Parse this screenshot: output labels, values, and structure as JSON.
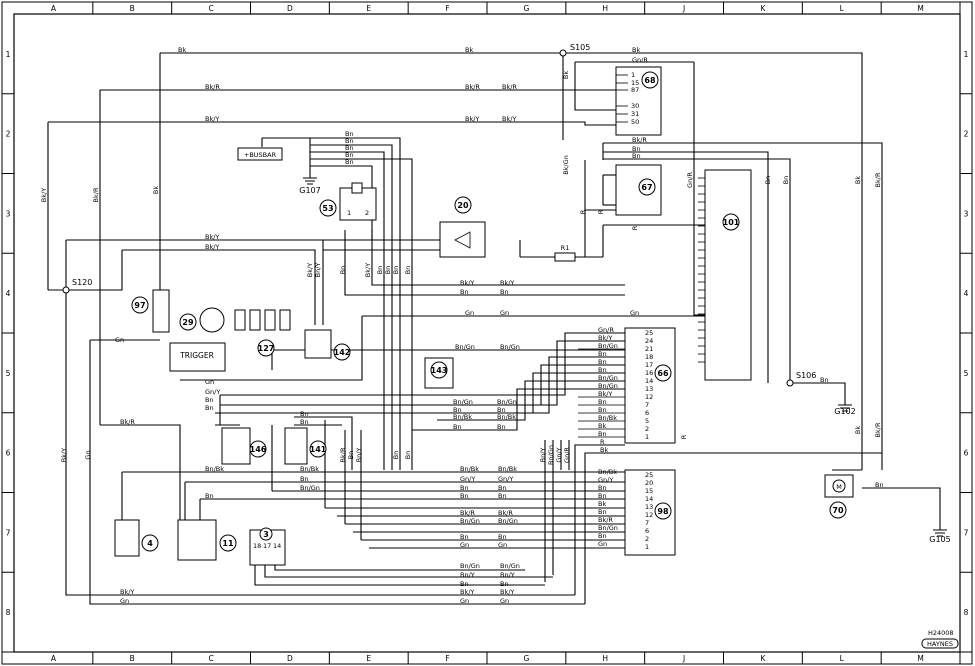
{
  "grid": {
    "columns": [
      "A",
      "B",
      "C",
      "D",
      "E",
      "F",
      "G",
      "H",
      "J",
      "K",
      "L",
      "M"
    ],
    "rows": [
      "1",
      "2",
      "3",
      "4",
      "5",
      "6",
      "7",
      "8"
    ]
  },
  "splices": {
    "s105": "S105",
    "s106": "S106",
    "s120": "S120"
  },
  "grounds": {
    "g107": "G107",
    "g102": "G102",
    "g105": "G105"
  },
  "busbar": "BUSBAR",
  "trigger": "TRIGGER",
  "resistor": "R1",
  "components": {
    "c68": "68",
    "c67": "67",
    "c101": "101",
    "c20": "20",
    "c53": "53",
    "c97": "97",
    "c29": "29",
    "c127": "127",
    "c142": "142",
    "c143": "143",
    "c66": "66",
    "c146": "146",
    "c141": "141",
    "c4": "4",
    "c11": "11",
    "c3": "3",
    "c98": "98",
    "c70": "70"
  },
  "wire_colors": {
    "bk": "Bk",
    "bkr": "Bk/R",
    "bky": "Bk/Y",
    "bn": "Bn",
    "gn": "Gn",
    "gnr": "Gn/R",
    "gny": "Gn/Y",
    "bngn": "Bn/Gn",
    "bnbk": "Bn/Bk",
    "bny": "Bn/Y",
    "r": "R",
    "bkgn": "Bk/Gn",
    "gnbk": "Gn/Bk"
  },
  "pins_68": [
    "1",
    "15",
    "87",
    "30",
    "31",
    "50"
  ],
  "pins_53": [
    "1",
    "2"
  ],
  "pins_66": [
    "25",
    "24",
    "21",
    "18",
    "17",
    "16",
    "14",
    "13",
    "12",
    "7",
    "6",
    "5",
    "2",
    "1"
  ],
  "pins_66_wires": [
    "Gn/R",
    "Bk/Y",
    "Bn/Gn",
    "Bn",
    "Bn",
    "Bn",
    "Bn/Gn",
    "Bn/Gn",
    "Bk/Y",
    "Bn",
    "Bn",
    "Bn/Bk",
    "Bk",
    "Bn"
  ],
  "pins_98": [
    "25",
    "20",
    "15",
    "14",
    "13",
    "12",
    "7",
    "6",
    "2",
    "1"
  ],
  "pins_98_wires": [
    "Bn/Bk",
    "Gn/Y",
    "Bn",
    "Bn",
    "Bk",
    "Bn",
    "Bk/R",
    "Bn/Gn",
    "Bn",
    "Gn"
  ],
  "pins_3": [
    "18",
    "17",
    "14"
  ],
  "footer": {
    "code": "H24008",
    "brand": "HAYNES"
  }
}
